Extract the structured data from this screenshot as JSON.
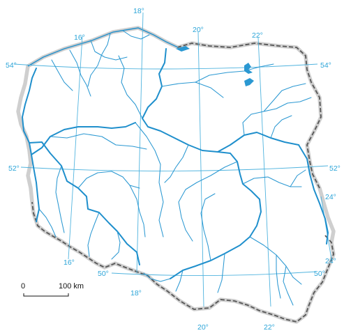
{
  "map": {
    "meridians": [
      {
        "label_top": "16°",
        "label_bottom": "16°"
      },
      {
        "label_top": "18°",
        "label_bottom": "18°"
      },
      {
        "label_top": "20°",
        "label_bottom": "20°"
      },
      {
        "label_top": "22°",
        "label_bottom": "22°"
      },
      {
        "label_right_24_upper": "24°",
        "label_right_24_lower": "24°"
      }
    ],
    "parallels": [
      {
        "label_left": "54°",
        "label_right": "54°"
      },
      {
        "label_left": "52°",
        "label_right": "52°"
      },
      {
        "label_left": "50°",
        "label_right": "50°"
      }
    ],
    "scale_bar": {
      "start": "0",
      "end": "100 km"
    }
  }
}
